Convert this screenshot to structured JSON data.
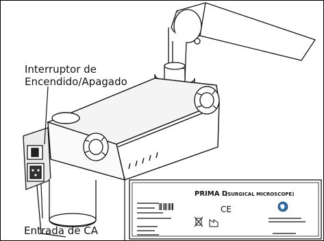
{
  "callouts": {
    "power_switch_line1": "Interruptor de",
    "power_switch_line2": "Encendido/Apagado",
    "ac_input": "Entrada de CA"
  },
  "device_label": {
    "product": "PRIMA D",
    "product_detail": "(SURGICAL MICROSCOPE)",
    "ce_mark": "CE"
  },
  "colors": {
    "line": "#111111",
    "background": "#ffffff",
    "shade": "#e9e9e9"
  }
}
